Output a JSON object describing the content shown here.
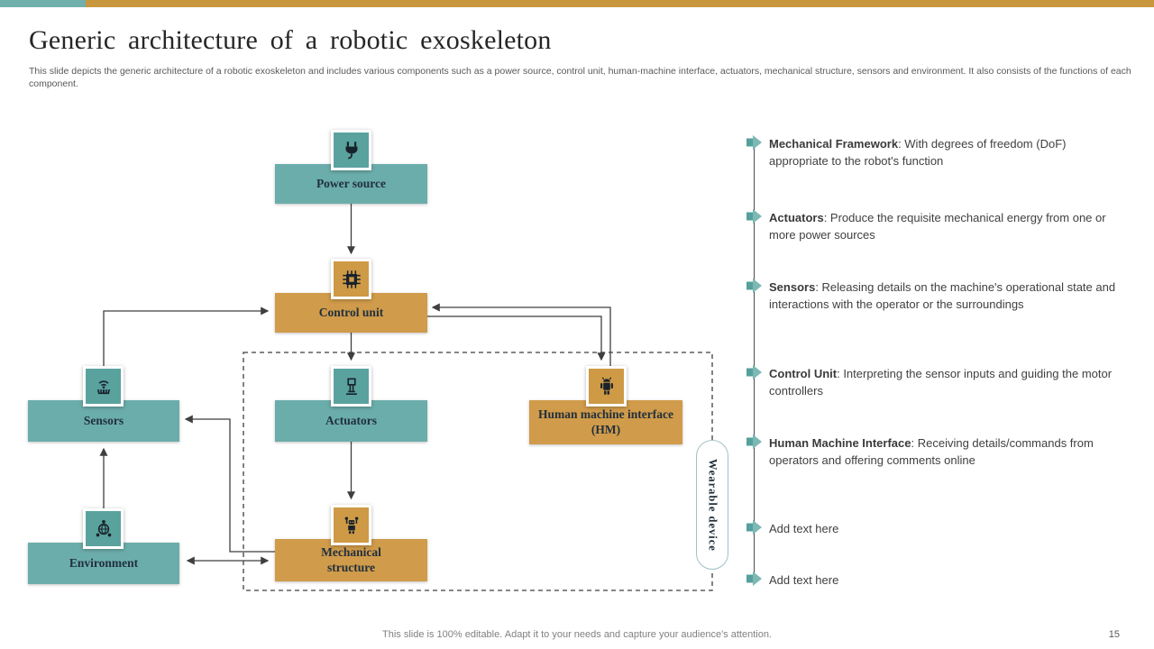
{
  "colors": {
    "teal": "#6badaa",
    "teal_dark": "#5aa29e",
    "orange": "#d09b4a",
    "bar_teal": "#6fb0ac",
    "bar_orange": "#c8963c",
    "arrow": "#3f3f3f"
  },
  "header": {
    "title": "Generic architecture of a robotic exoskeleton",
    "subtitle": "This slide depicts the generic architecture of a robotic exoskeleton and includes various components such as a power source, control unit, human-machine interface, actuators, mechanical structure, sensors and environment. It also consists of the functions of each component."
  },
  "diagram": {
    "nodes": {
      "power_source": {
        "label": "Power source",
        "icon": "plug-icon"
      },
      "control_unit": {
        "label": "Control unit",
        "icon": "chip-icon"
      },
      "sensors": {
        "label": "Sensors",
        "icon": "sensor-icon"
      },
      "actuators": {
        "label": "Actuators",
        "icon": "actuator-icon"
      },
      "hmi": {
        "label": "Human machine interface (HM)",
        "icon": "android-robot-icon"
      },
      "environment": {
        "label": "Environment",
        "icon": "globe-network-icon"
      },
      "mechanical_structure": {
        "label": "Mechanical structure",
        "icon": "robot-icon"
      }
    },
    "wearable_label": "Wearable device"
  },
  "bullets": [
    {
      "lead": "Mechanical Framework",
      "rest": ": With degrees of freedom (DoF) appropriate to the robot's function"
    },
    {
      "lead": "Actuators",
      "rest": ": Produce the requisite mechanical energy from one or more power sources"
    },
    {
      "lead": "Sensors",
      "rest": ": Releasing details on the machine's operational state and interactions with the operator or the surroundings"
    },
    {
      "lead": "Control Unit",
      "rest": ": Interpreting the sensor inputs and guiding the motor controllers"
    },
    {
      "lead": "Human Machine Interface",
      "rest": ": Receiving details/commands from operators and offering comments online"
    },
    {
      "lead": "",
      "rest": "Add text here"
    },
    {
      "lead": "",
      "rest": "Add text here"
    }
  ],
  "footer": {
    "note": "This slide is 100% editable. Adapt it to your needs and capture your audience's attention.",
    "page": "15"
  }
}
